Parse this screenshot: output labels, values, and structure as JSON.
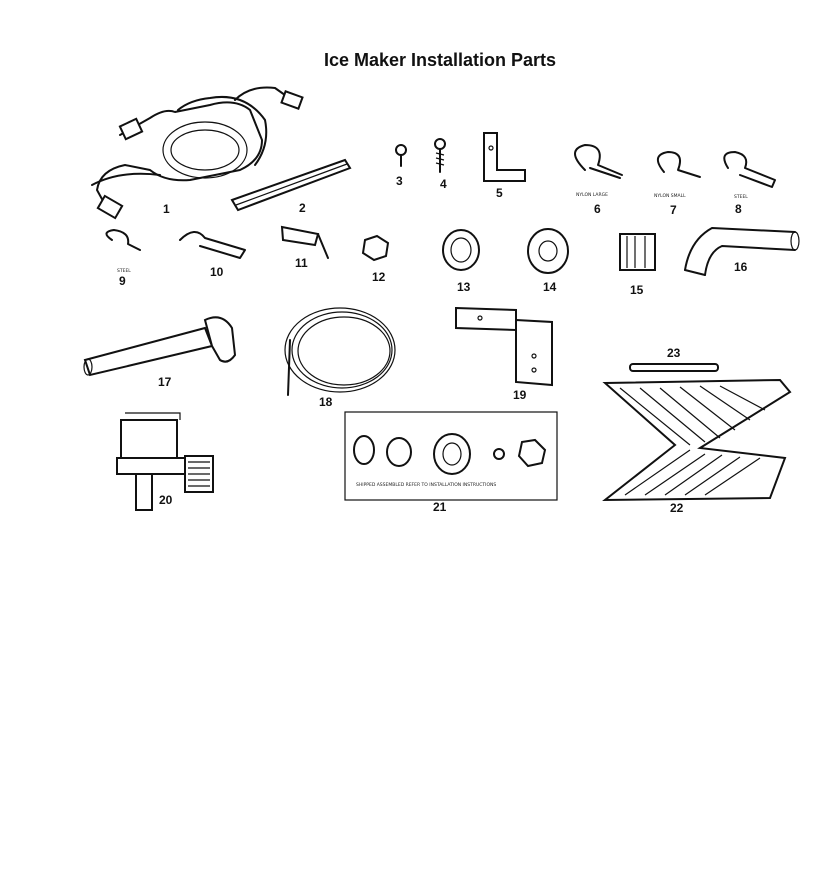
{
  "title": "Ice Maker Installation Parts",
  "parts": [
    {
      "number": "1"
    },
    {
      "number": "2"
    },
    {
      "number": "3"
    },
    {
      "number": "4"
    },
    {
      "number": "5"
    },
    {
      "number": "6"
    },
    {
      "number": "7"
    },
    {
      "number": "8"
    },
    {
      "number": "9"
    },
    {
      "number": "10"
    },
    {
      "number": "11"
    },
    {
      "number": "12"
    },
    {
      "number": "13"
    },
    {
      "number": "14"
    },
    {
      "number": "15"
    },
    {
      "number": "16"
    },
    {
      "number": "17"
    },
    {
      "number": "18"
    },
    {
      "number": "19"
    },
    {
      "number": "20"
    },
    {
      "number": "21"
    },
    {
      "number": "22"
    },
    {
      "number": "23"
    }
  ],
  "sublabels": {
    "nylon_large": "NYLON LARGE",
    "nylon_small": "NYLON SMALL",
    "steel_8": "STEEL",
    "steel_9": "STEEL",
    "assembly_note": "SHIPPED ASSEMBLED REFER TO INSTALLATION INSTRUCTIONS"
  }
}
